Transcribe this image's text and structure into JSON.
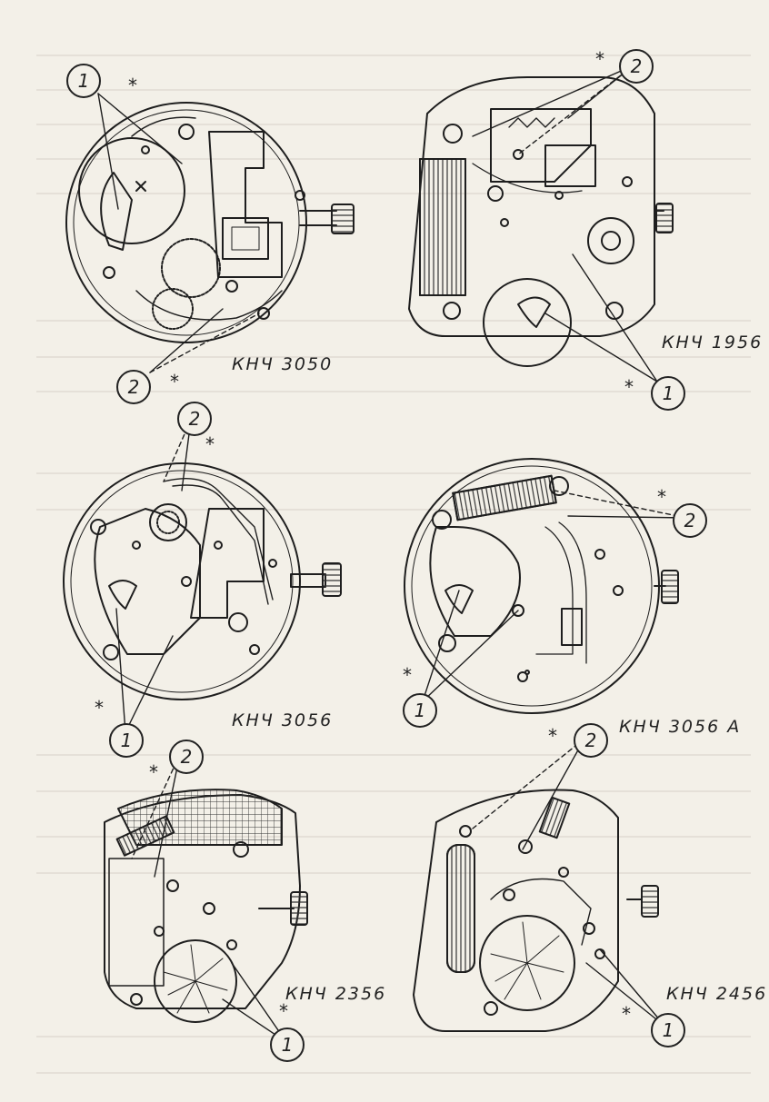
{
  "figure": {
    "movements": [
      {
        "name": "КНЧ 3050"
      },
      {
        "name": "КНЧ 1956"
      },
      {
        "name": "КНЧ 3056"
      },
      {
        "name": "КНЧ 3056 А"
      },
      {
        "name": "КНЧ 2356"
      },
      {
        "name": "КНЧ 2456"
      }
    ],
    "callouts": {
      "one": "1",
      "two": "2"
    },
    "mark": "*"
  }
}
